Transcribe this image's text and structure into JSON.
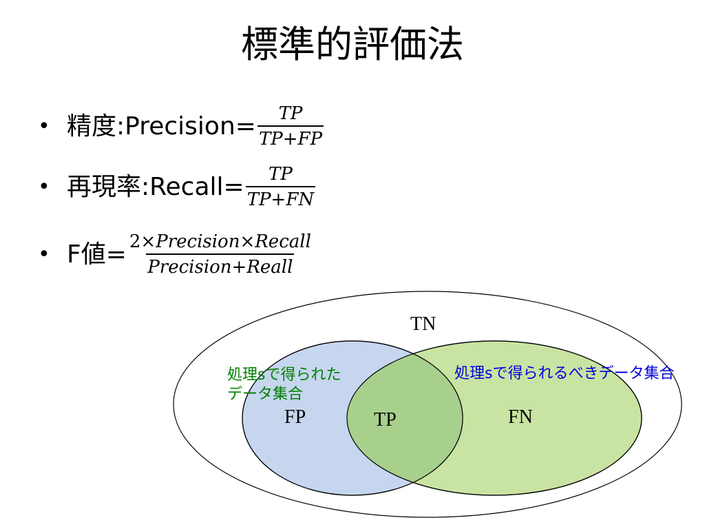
{
  "title": "標準的評価法",
  "bullet_symbol": "•",
  "bullets": [
    {
      "prefix": "精度:Precision=",
      "numerator": "TP",
      "denominator": "TP+FP"
    },
    {
      "prefix": "再現率:Recall=",
      "numerator": "TP",
      "denominator": "TP+FN"
    },
    {
      "prefix": "F値=",
      "numerator_lead": "2×",
      "numerator": "Precision×Recall",
      "denominator": "Precision+Reall"
    }
  ],
  "venn": {
    "tn_label": "TN",
    "fp_label": "FP",
    "tp_label": "TP",
    "fn_label": "FN",
    "obtained_note": "処理sで得られたデータ集合",
    "expected_note": "処理sで得られるべきデータ集合",
    "colors": {
      "obtained_fill": "#c6d6ee",
      "expected_fill": "#c9e3a2",
      "overlap_fill": "#a8d08d",
      "outline": "#000000",
      "obtained_note_color": "#008000",
      "expected_note_color": "#0000dd"
    }
  }
}
